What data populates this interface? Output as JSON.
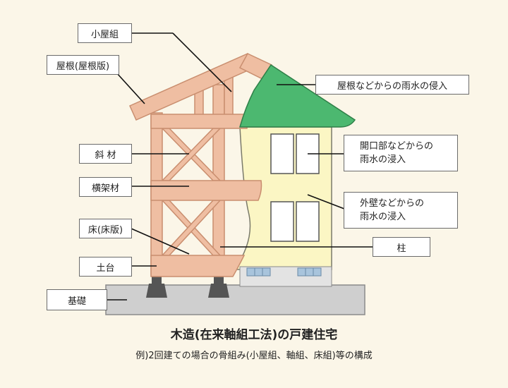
{
  "labels": {
    "koyagumi": "小屋組",
    "yane": "屋根(屋根版)",
    "shazai": "斜 材",
    "okakezai": "横架材",
    "yuka": "床(床版)",
    "dodai": "土台",
    "kiso": "基礎",
    "hashira": "柱",
    "yane_leak": "屋根などからの雨水の侵入",
    "kaiko_leak": [
      "開口部などからの",
      "雨水の浸入"
    ],
    "gaiheki_leak": [
      "外壁などからの",
      "雨水の浸入"
    ]
  },
  "caption": {
    "title": "木造(在来軸組工法)の戸建住宅",
    "subtitle": "例)2回建ての場合の骨組み(小屋組、軸組、床組)等の構成"
  },
  "colors": {
    "background": "#fbf6e8",
    "timber": "#efbea2",
    "timber_edge": "#c98e6f",
    "roof_green": "#4cb870",
    "wall_yellow": "#fbf6c4",
    "foundation": "#cfcfcf",
    "footing": "#555555"
  }
}
